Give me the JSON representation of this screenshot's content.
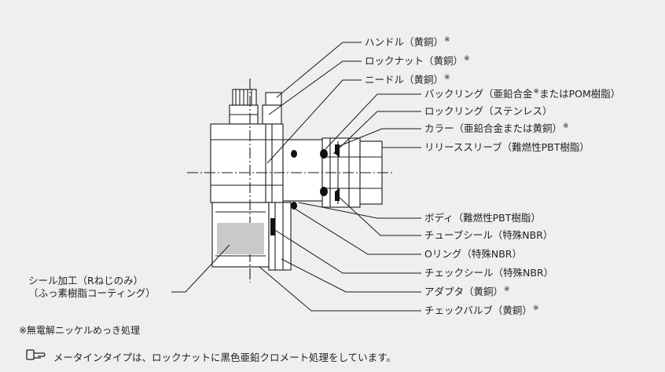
{
  "labels_right": [
    {
      "text": "ハンドル（黄銅）",
      "mark": "※"
    },
    {
      "text": "ロックナット（黄銅）",
      "mark": "※"
    },
    {
      "text": "ニードル（黄銅）",
      "mark": "※"
    },
    {
      "text": "バックリング（亜鉛合金",
      "mark": "※",
      "tail": "またはPOM樹脂）"
    },
    {
      "text": "ロックリング（ステンレス）",
      "mark": ""
    },
    {
      "text": "カラー（亜鉛合金または黄銅）",
      "mark": "※"
    },
    {
      "text": "リリーススリーブ（難燃性PBT樹脂）",
      "mark": ""
    },
    {
      "text": "ボディ（難燃性PBT樹脂）",
      "mark": ""
    },
    {
      "text": "チューブシール（特殊NBR）",
      "mark": ""
    },
    {
      "text": "Oリング（特殊NBR）",
      "mark": ""
    },
    {
      "text": "チェックシール（特殊NBR）",
      "mark": ""
    },
    {
      "text": "アダプタ（黄銅）",
      "mark": "※"
    },
    {
      "text": "チェックバルブ（黄銅）",
      "mark": "※"
    }
  ],
  "label_left": {
    "line1": "シール加工（Rねじのみ）",
    "line2": "（ふっ素樹脂コーティング）"
  },
  "footnote": "※無電解ニッケルめっき処理",
  "memo": {
    "icon": "pointing-hand-icon",
    "text": "メータインタイプは、ロックナットに黒色亜鉛クロメート処理をしています。"
  },
  "colors": {
    "panel": "#efefef",
    "line": "#1a1a1a",
    "seal": "#111111",
    "thread_coating": "#c9c9c9"
  }
}
